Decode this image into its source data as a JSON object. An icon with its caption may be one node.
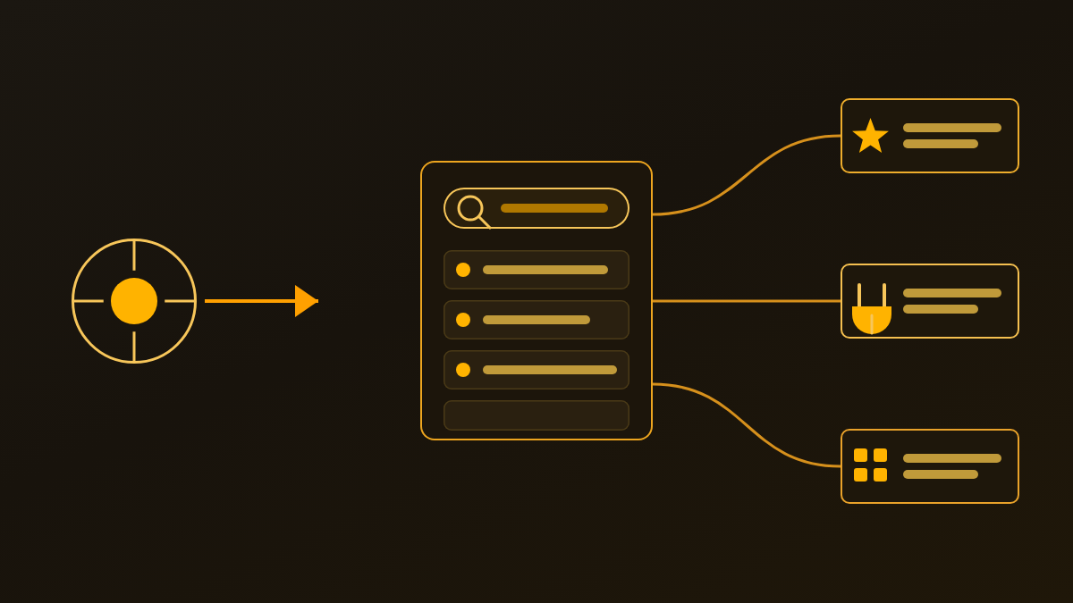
{
  "diagram": {
    "nodes": [
      {
        "text": [],
        "shape": "circle"
      },
      {
        "text": [],
        "shape": "box"
      },
      {
        "text": [],
        "shape": "box"
      },
      {
        "text": [],
        "shape": "box"
      },
      {
        "text": [],
        "shape": "box"
      }
    ],
    "edges": [
      {
        "from": 0,
        "to": null,
        "arrow": "to",
        "color": "#ffa000"
      },
      {
        "from": 1,
        "to": 2,
        "arrow": "none"
      },
      {
        "from": 1,
        "to": 3,
        "arrow": "none"
      },
      {
        "from": 1,
        "to": 4,
        "arrow": "none"
      }
    ]
  }
}
